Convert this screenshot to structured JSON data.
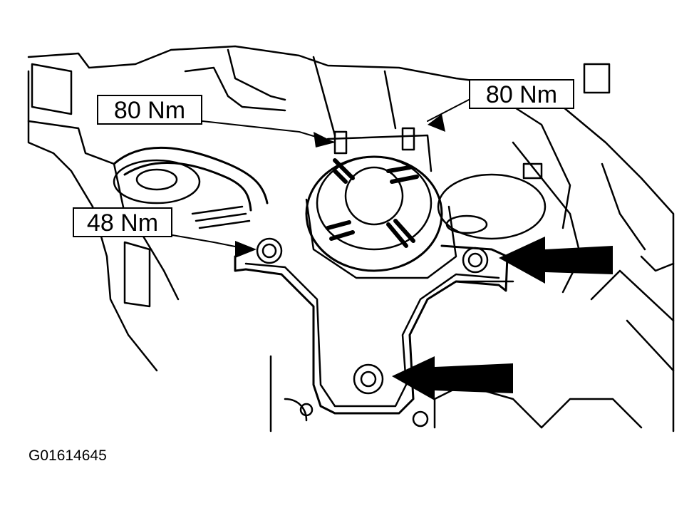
{
  "callouts": {
    "top_left_torque": "80 Nm",
    "top_right_torque": "80 Nm",
    "left_torque": "48 Nm"
  },
  "figure_id": "G01614645",
  "colors": {
    "ink": "#000000",
    "paper": "#ffffff"
  }
}
